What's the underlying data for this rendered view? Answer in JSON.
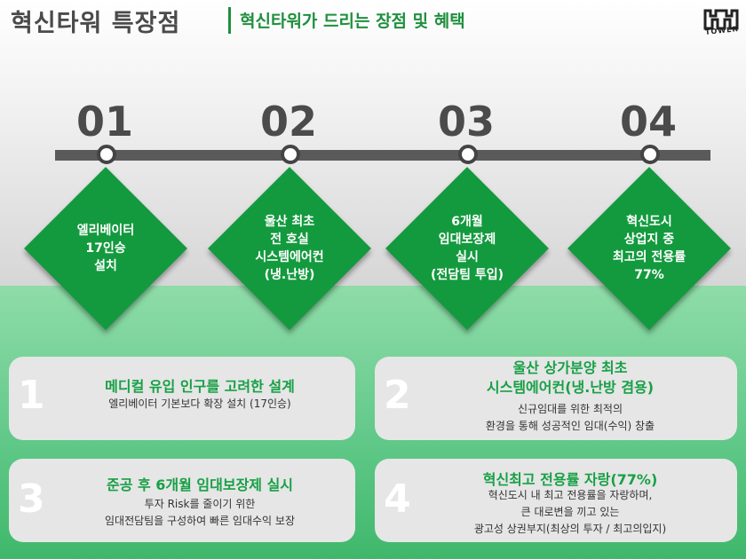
{
  "header": {
    "title": "혁신타워 특장점",
    "subtitle": "혁신타워가 드리는 장점 및 혜택",
    "logo_text": "TOWER"
  },
  "steps": [
    {
      "number": "01",
      "lines": [
        "엘리베이터",
        "17인승",
        "설치"
      ]
    },
    {
      "number": "02",
      "lines": [
        "울산 최초",
        "전 호실",
        "시스템에어컨",
        "(냉.난방)"
      ]
    },
    {
      "number": "03",
      "lines": [
        "6개월",
        "임대보장제",
        "실시",
        "(전담팀 투입)"
      ]
    },
    {
      "number": "04",
      "lines": [
        "혁신도시",
        "상업지 중",
        "최고의 전용률",
        "77%"
      ]
    }
  ],
  "cards": [
    {
      "number": "1",
      "title": "메디컬 유입 인구를 고려한 설계",
      "desc": [
        "엘리베이터 기본보다 확장 설치 (17인승)"
      ]
    },
    {
      "number": "2",
      "title": "울산 상가분양 최초\n시스템에어컨(냉.난방 겸용)",
      "title_lines": [
        "울산 상가분양 최초",
        "시스템에어컨(냉.난방 겸용)"
      ],
      "desc": [
        "신규임대를 위한 최적의",
        "환경을 통해 성공적인 임대(수익) 창출"
      ]
    },
    {
      "number": "3",
      "title": "준공 후 6개월 임대보장제 실시",
      "desc": [
        "투자 Risk를 줄이기 위한",
        "임대전담팀을 구성하여 빠른 임대수익 보장"
      ]
    },
    {
      "number": "4",
      "title": "혁신최고 전용률 자랑(77%)",
      "desc": [
        "혁신도시 내 최고 전용률을 자랑하며,",
        "큰 대로변을 끼고 있는",
        "광고성 상권부지(최상의 투자 / 최고의입지)"
      ]
    }
  ],
  "colors": {
    "accent": "#139a3e",
    "header_accent": "#1f8f3e",
    "timeline": "#5a5a5a"
  }
}
